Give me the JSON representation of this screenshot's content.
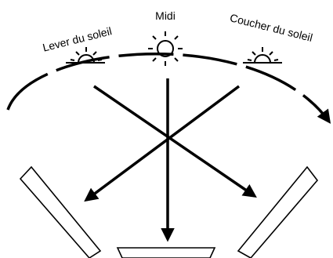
{
  "labels": {
    "sunrise": "Lever du soleil",
    "noon": "Midi",
    "sunset": "Coucher du soleil"
  },
  "icons": {
    "sunrise": "sunrise-icon",
    "noon": "sun-icon",
    "sunset": "sunset-icon"
  },
  "colors": {
    "line": "#000000",
    "background": "#ffffff"
  }
}
